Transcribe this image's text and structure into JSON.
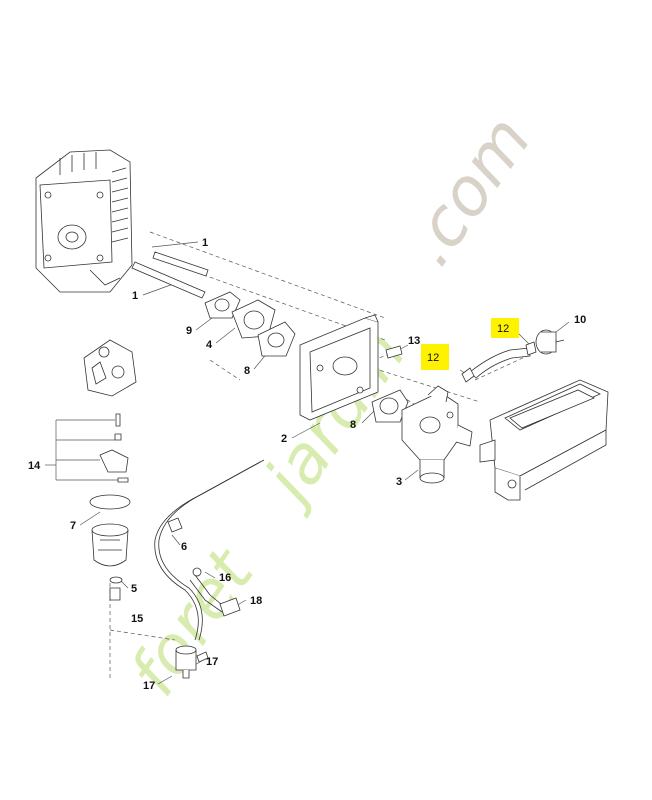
{
  "watermark": {
    "text_com": ".com",
    "text_foret": "foret",
    "text_jardin": "jardin",
    "color_com": "#d8d2c8",
    "color_green": "#d9ecb0",
    "color_orange": "#f7d4a5"
  },
  "highlight_color": "#fff200",
  "labels": {
    "p1a": "1",
    "p1b": "1",
    "p2": "2",
    "p3": "3",
    "p4": "4",
    "p5": "5",
    "p6": "6",
    "p7": "7",
    "p8a": "8",
    "p8b": "8",
    "p9": "9",
    "p10": "10",
    "p12a": "12",
    "p12b": "12",
    "p13": "13",
    "p14": "14",
    "p15": "15",
    "p16": "16",
    "p17a": "17",
    "p17b": "17",
    "p18": "18"
  }
}
